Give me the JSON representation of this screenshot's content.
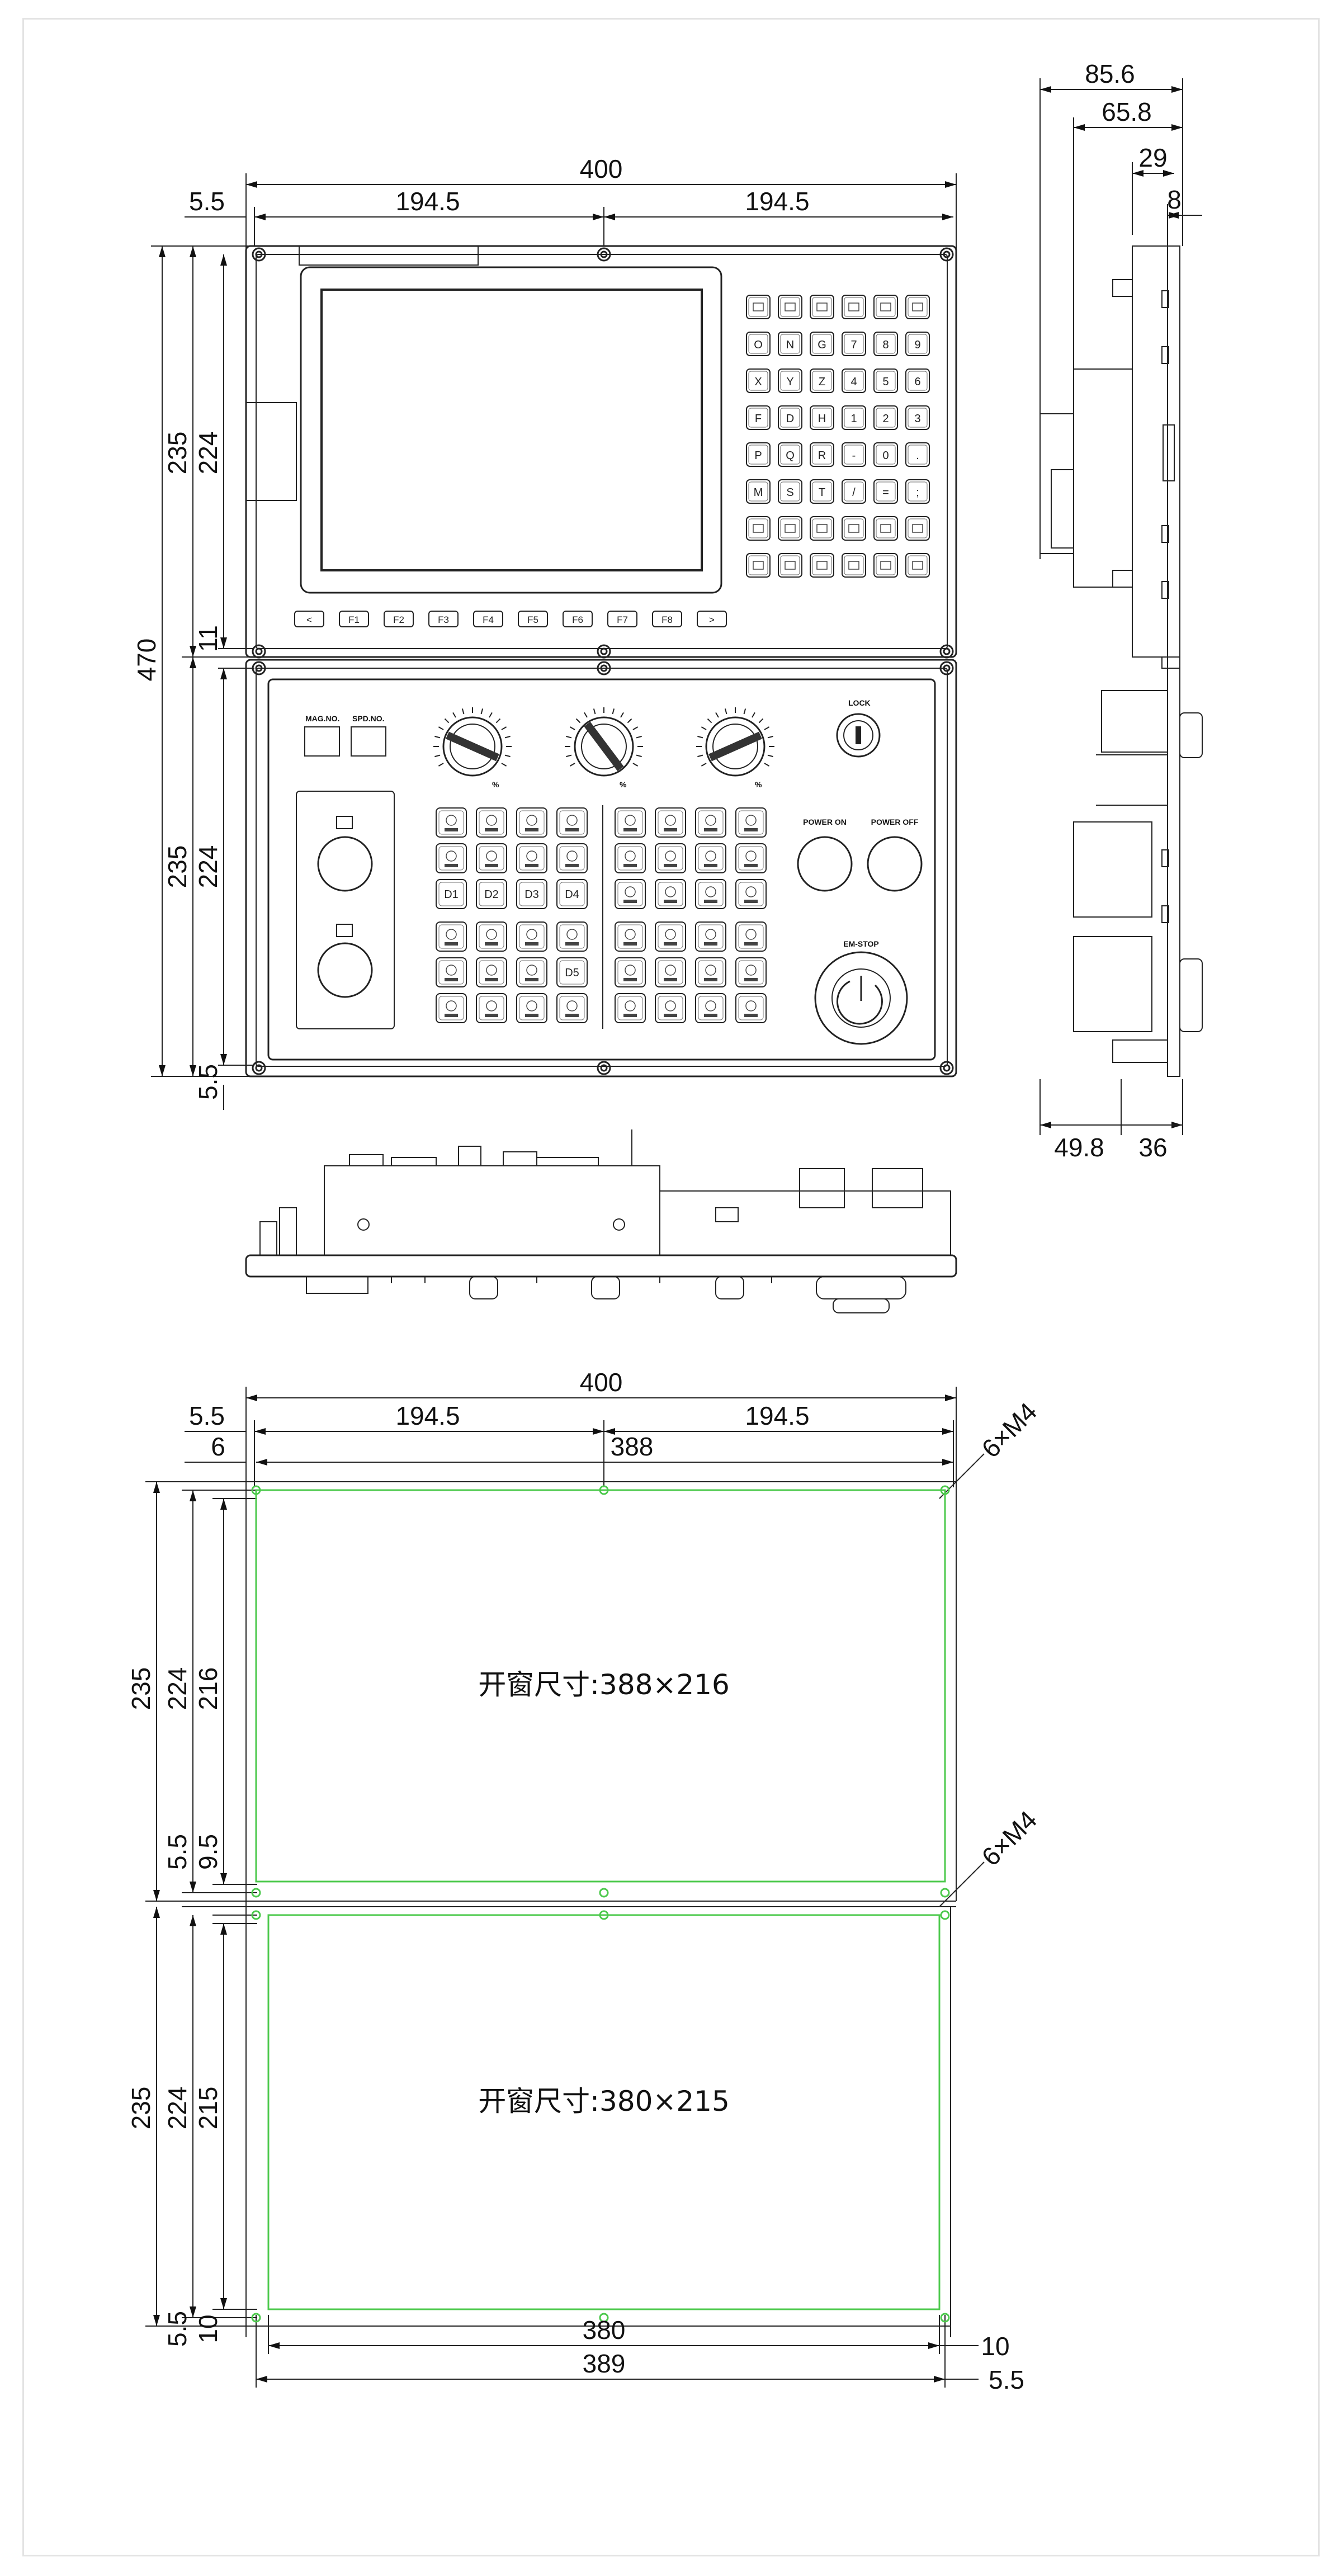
{
  "front_view": {
    "width_total": "400",
    "width_left": "194.5",
    "width_right": "194.5",
    "edge_margin": "5.5",
    "height_total": "470",
    "upper_outer": "235",
    "upper_inner": "224",
    "gap": "11",
    "lower_outer": "235",
    "lower_inner": "224",
    "bottom_margin": "5.5",
    "softkeys": [
      "<",
      "F1",
      "F2",
      "F3",
      "F4",
      "F5",
      "F6",
      "F7",
      "F8",
      ">"
    ],
    "keypad_rows": [
      [
        "",
        "",
        "",
        "",
        "",
        ""
      ],
      [
        "O",
        "N",
        "G",
        "7",
        "8",
        "9"
      ],
      [
        "X",
        "Y",
        "Z",
        "4",
        "5",
        "6"
      ],
      [
        "F",
        "D",
        "H",
        "1",
        "2",
        "3"
      ],
      [
        "P",
        "Q",
        "R",
        "-",
        "0",
        "."
      ],
      [
        "M",
        "S",
        "T",
        "/",
        "=",
        ";"
      ],
      [
        "",
        "",
        "",
        "",
        "",
        ""
      ],
      [
        "",
        "",
        "",
        "",
        "",
        ""
      ]
    ],
    "mag_label": "MAG.NO.",
    "spd_label": "SPD.NO.",
    "lock_label": "LOCK",
    "power_on_label": "POWER ON",
    "power_off_label": "POWER OFF",
    "estop_label": "EM-STOP",
    "percent": "%",
    "d_keys": [
      "D1",
      "D2",
      "D3",
      "D4",
      "D5"
    ]
  },
  "side_view": {
    "depth_total": "85.6",
    "depth_mid": "65.8",
    "depth_small": "29",
    "depth_panel": "8",
    "bottom_left": "49.8",
    "bottom_right": "36"
  },
  "cutout_view": {
    "width_total": "400",
    "width_left": "194.5",
    "width_right": "194.5",
    "edge_margin": "5.5",
    "inner_offset": "6",
    "hole_span": "388",
    "upper_outer": "235",
    "upper_inner": "224",
    "upper_window": "216",
    "mid_gap_a": "5.5",
    "mid_gap_b": "9.5",
    "lower_outer": "235",
    "lower_inner": "224",
    "lower_window": "215",
    "bottom_a": "5.5",
    "bottom_b": "10",
    "lower_width": "380",
    "lower_span": "389",
    "right_gap": "10",
    "right_edge": "5.5",
    "screw_label": "6×M4",
    "upper_window_label": "开窗尺寸:388×216",
    "lower_window_label": "开窗尺寸:380×215"
  }
}
